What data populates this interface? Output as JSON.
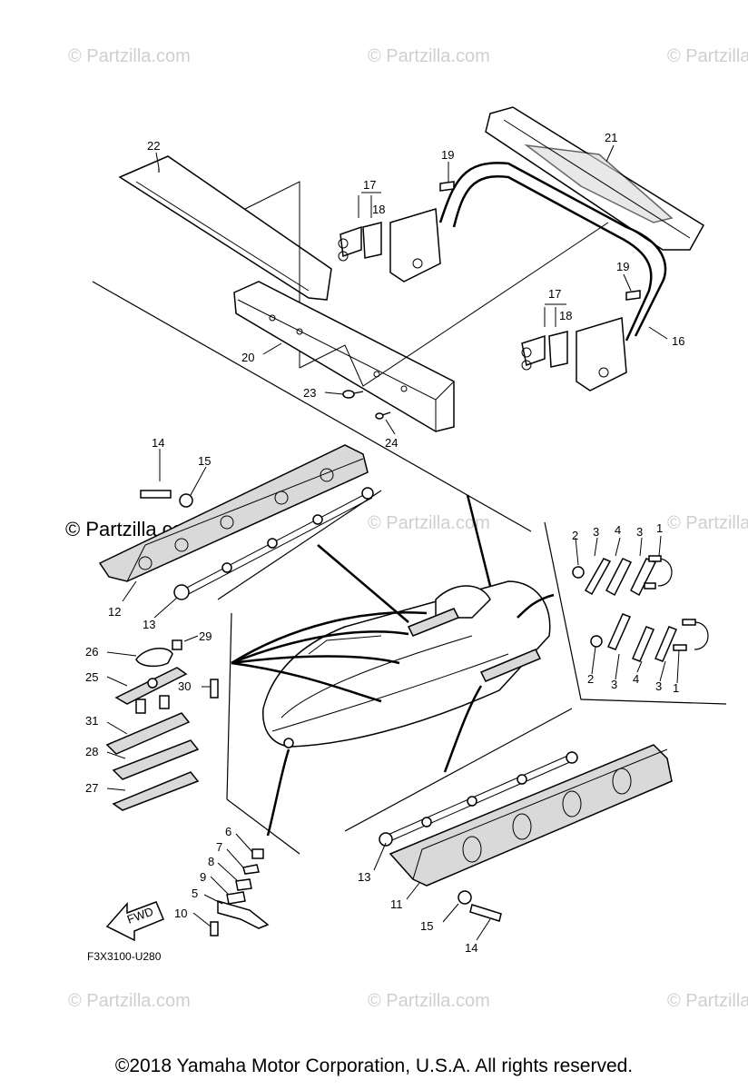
{
  "watermarks": {
    "text": "© Partzilla.com",
    "featured": "© Partzilla.com"
  },
  "callouts": {
    "c1a": "1",
    "c1b": "1",
    "c2a": "2",
    "c2b": "2",
    "c3a": "3",
    "c3b": "3",
    "c3c": "3",
    "c3d": "3",
    "c4a": "4",
    "c4b": "4",
    "c5": "5",
    "c6": "6",
    "c7": "7",
    "c8": "8",
    "c9": "9",
    "c10": "10",
    "c11": "11",
    "c12": "12",
    "c13a": "13",
    "c13b": "13",
    "c14a": "14",
    "c14b": "14",
    "c15a": "15",
    "c15b": "15",
    "c16": "16",
    "c17a": "17",
    "c17b": "17",
    "c18a": "18",
    "c18b": "18",
    "c19a": "19",
    "c19b": "19",
    "c20": "20",
    "c21": "21",
    "c22": "22",
    "c23": "23",
    "c24": "24",
    "c25": "25",
    "c26": "26",
    "c27": "27",
    "c28": "28",
    "c29": "29",
    "c30": "30",
    "c31": "31"
  },
  "fwd_label": "FWD",
  "diagram_ref": "F3X3100-U280",
  "copyright": "©2018  Yamaha Motor Corporation, U.S.A. All rights reserved."
}
